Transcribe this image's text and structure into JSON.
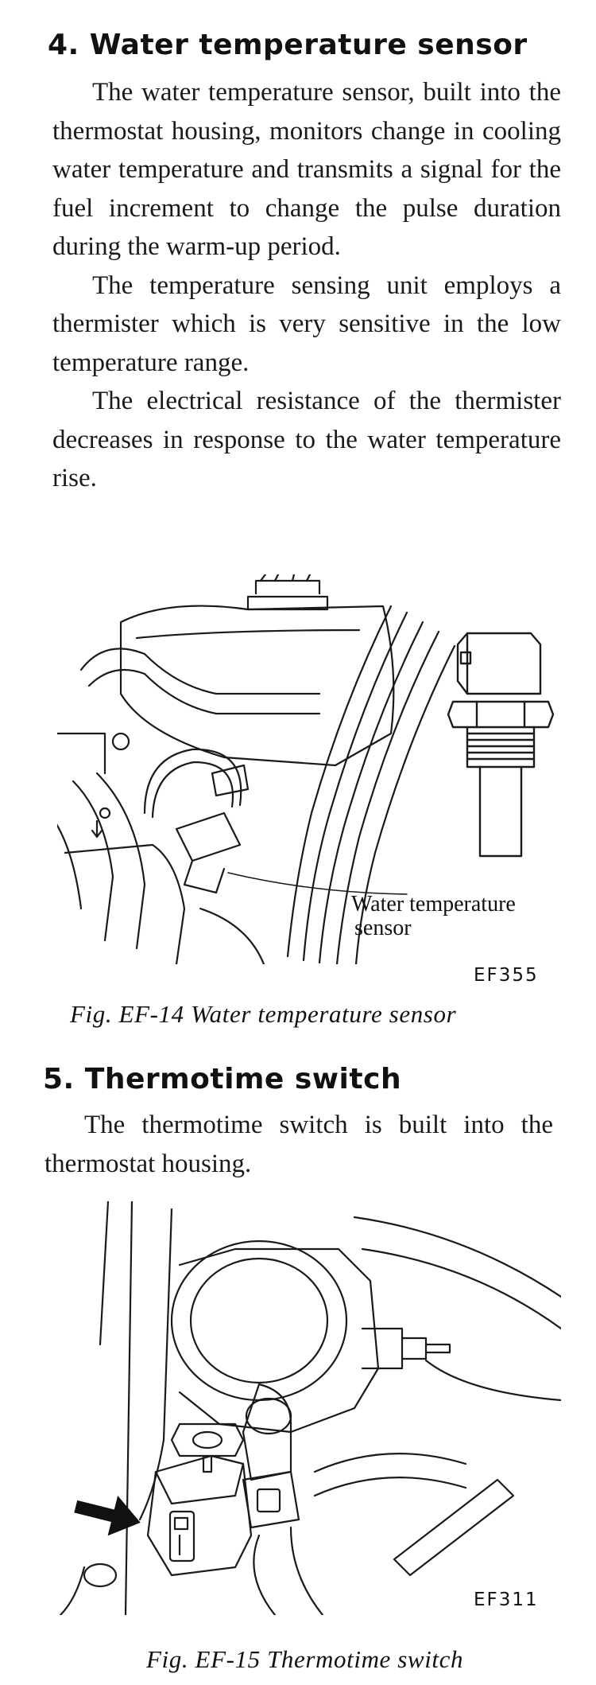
{
  "section4": {
    "heading": "4. Water temperature sensor",
    "paragraphs": [
      "The water temperature sensor, built into the thermostat housing, monitors change in cooling water temperature and transmits a signal for the fuel increment to change the pulse duration during the warm-up period.",
      "The temperature sensing unit employs a thermister which is very sensitive in the low temperature range.",
      "The electrical resistance of the thermister decreases in response to the water temperature rise."
    ],
    "figure": {
      "callout_line1": "Water temperature",
      "callout_line2": "sensor",
      "code": "EF355",
      "caption": "Fig. EF-14  Water temperature sensor"
    }
  },
  "section5": {
    "heading": "5. Thermotime switch",
    "paragraphs": [
      "The thermotime switch is built into the thermostat housing."
    ],
    "figure": {
      "code": "EF311",
      "caption": "Fig. EF-15 Thermotime switch"
    }
  }
}
